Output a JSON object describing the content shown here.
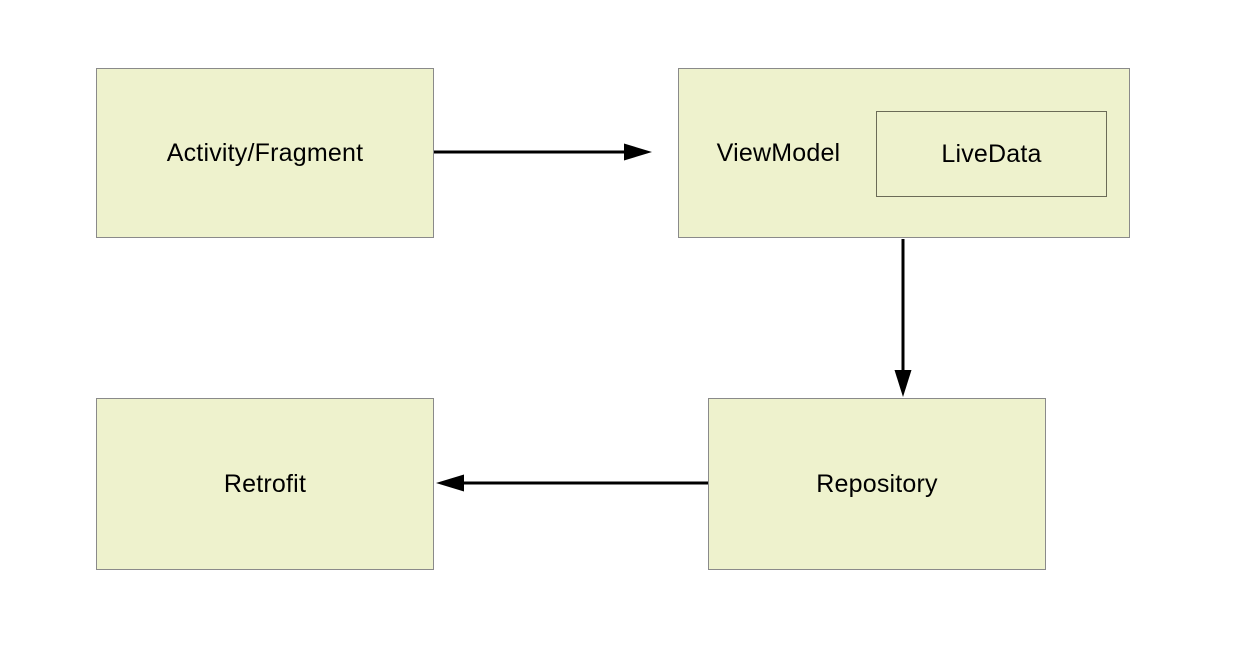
{
  "diagram": {
    "type": "architecture-flow-diagram",
    "colors": {
      "background": "#ffffff",
      "node_fill": "#eef2cd",
      "node_border": "#8a8a8a",
      "inner_node_border": "#6b6b57",
      "arrow": "#000000",
      "text": "#000000"
    },
    "nodes": {
      "activity_fragment": {
        "label": "Activity/Fragment"
      },
      "viewmodel": {
        "label": "ViewModel"
      },
      "livedata": {
        "label": "LiveData"
      },
      "repository": {
        "label": "Repository"
      },
      "retrofit": {
        "label": "Retrofit"
      }
    },
    "edges": [
      {
        "from": "Activity/Fragment",
        "to": "ViewModel",
        "direction": "right"
      },
      {
        "from": "ViewModel",
        "to": "Repository",
        "direction": "down"
      },
      {
        "from": "Repository",
        "to": "Retrofit",
        "direction": "left"
      }
    ]
  }
}
